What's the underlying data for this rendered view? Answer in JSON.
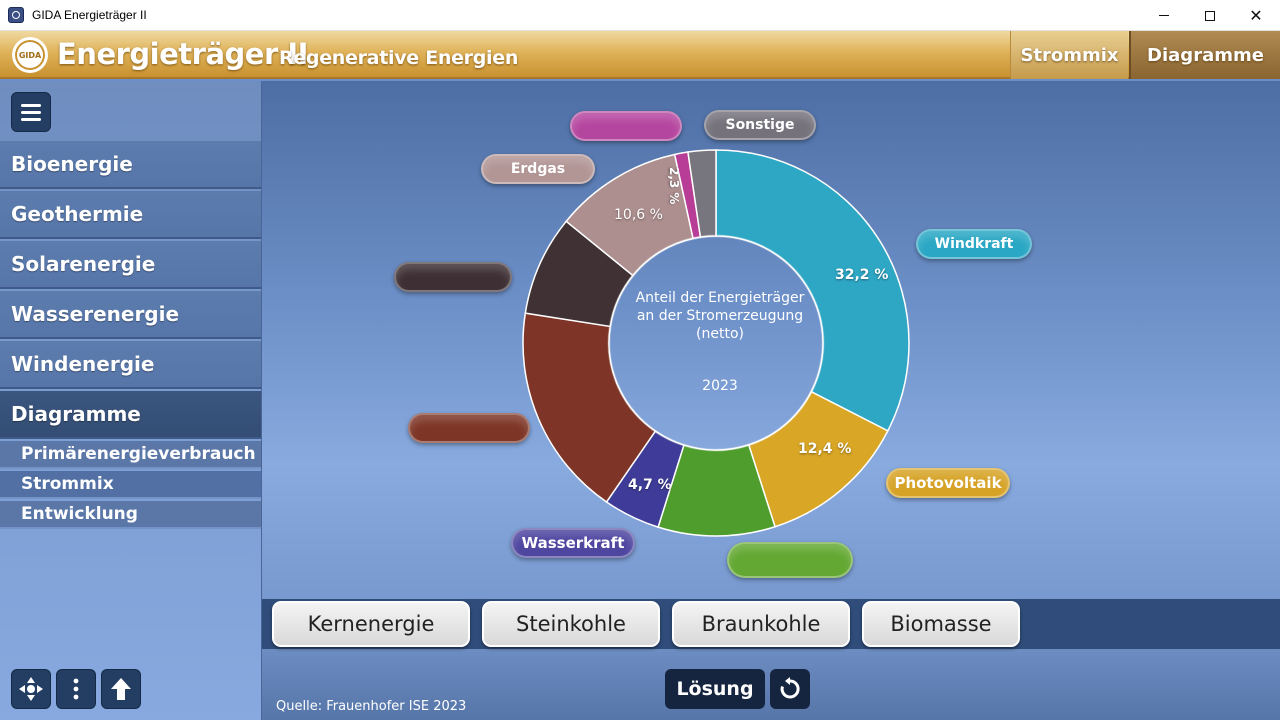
{
  "window": {
    "title": "GIDA Energieträger II",
    "controls": [
      "minimize",
      "maximize",
      "close"
    ],
    "close_glyph": "✕"
  },
  "header": {
    "logo_text": "GIDA",
    "title": "Energieträger II",
    "subtitle": "Regenerative Energien",
    "tabs": [
      {
        "label": "Strommix"
      },
      {
        "label": "Diagramme"
      }
    ]
  },
  "sidebar": {
    "items": [
      {
        "label": "Bioenergie"
      },
      {
        "label": "Geothermie"
      },
      {
        "label": "Solarenergie"
      },
      {
        "label": "Wasserenergie"
      },
      {
        "label": "Windenergie"
      },
      {
        "label": "Diagramme"
      }
    ],
    "subitems": [
      {
        "label": "Primärenergieverbrauch"
      },
      {
        "label": "Strommix"
      },
      {
        "label": "Entwicklung"
      }
    ],
    "bottom_buttons": [
      "move-icon",
      "more-vertical-icon",
      "arrow-up-icon"
    ]
  },
  "chart_data": {
    "type": "donut",
    "center_text": "Anteil der Energieträger an der Stromerzeugung (netto)",
    "year": "2023",
    "slices": [
      {
        "label": "Windkraft",
        "value": 32.2,
        "value_label": "32,2 %",
        "color": "#2ea7c5"
      },
      {
        "label": "Photovoltaik",
        "value": 12.4,
        "value_label": "12,4 %",
        "color": "#d9a626"
      },
      {
        "label": "",
        "value": 9.7,
        "value_label": "",
        "color": "#4f9e2d"
      },
      {
        "label": "Wasserkraft",
        "value": 4.7,
        "value_label": "4,7 %",
        "color": "#3e3c98"
      },
      {
        "label": "",
        "value": 17.7,
        "value_label": "",
        "color": "#7e3427"
      },
      {
        "label": "",
        "value": 8.3,
        "value_label": "",
        "color": "#3f3134"
      },
      {
        "label": "Erdgas",
        "value": 10.6,
        "value_label": "10,6 %",
        "color": "#ad8f8f"
      },
      {
        "label": "",
        "value": 1.1,
        "value_label": "",
        "color": "#b83d97"
      },
      {
        "label": "Sonstige",
        "value": 2.3,
        "value_label": "2,3 %",
        "color": "#77767f"
      }
    ]
  },
  "answer_chips": [
    {
      "label": "Kernenergie"
    },
    {
      "label": "Steinkohle"
    },
    {
      "label": "Braunkohle"
    },
    {
      "label": "Biomasse"
    }
  ],
  "buttons": {
    "solution": "Lösung"
  },
  "source": "Quelle: Frauenhofer ISE 2023"
}
